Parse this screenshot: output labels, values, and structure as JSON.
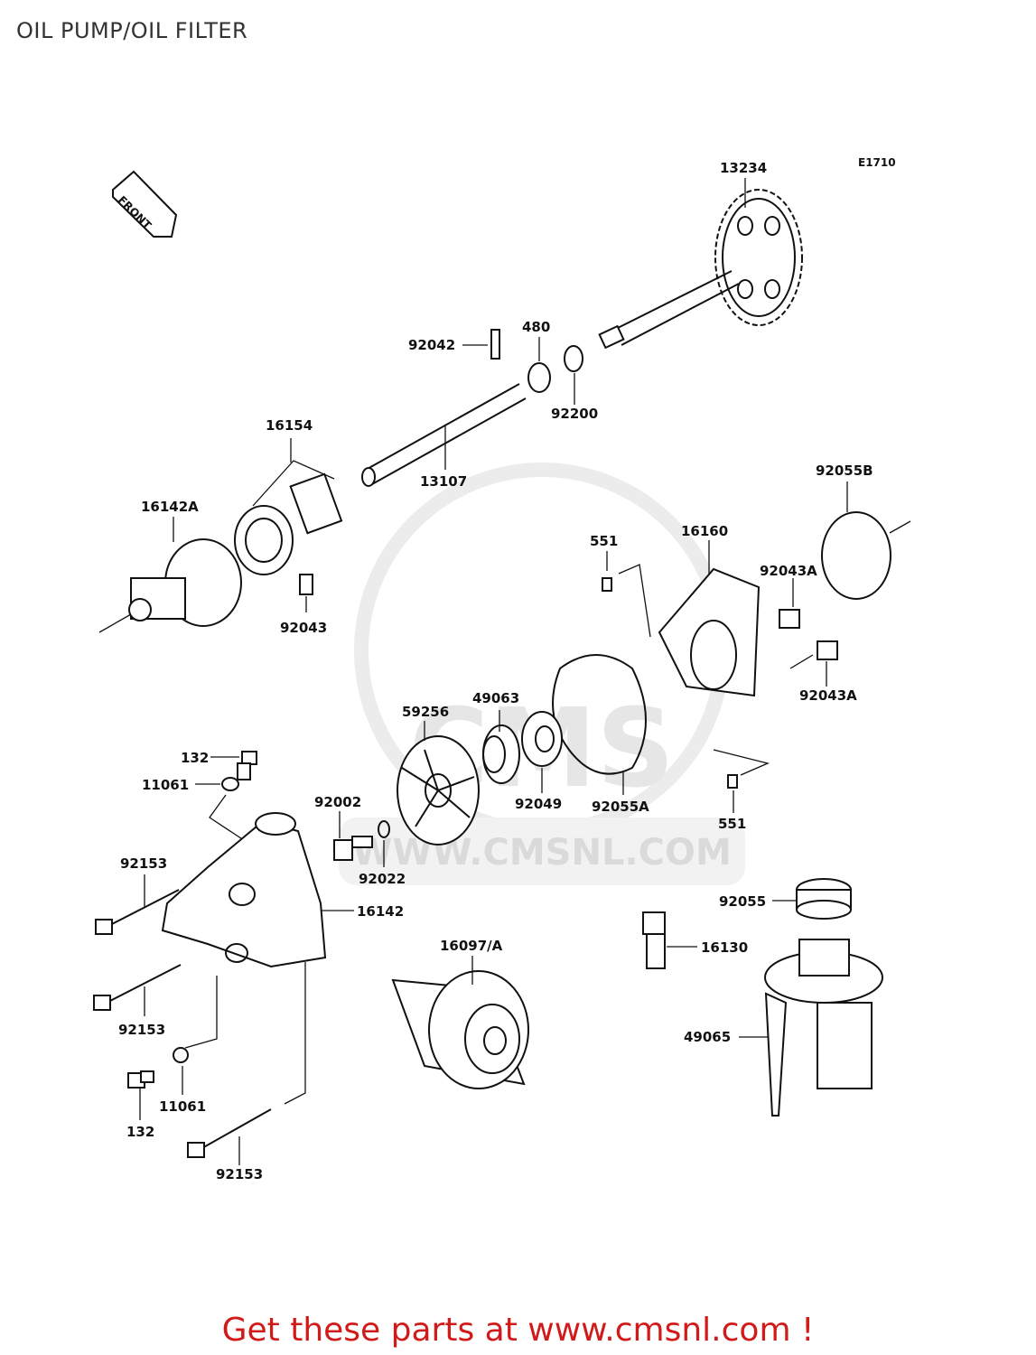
{
  "title": "OIL PUMP/OIL FILTER",
  "diagram_code": "E1710",
  "front_label": "FRONT",
  "watermark": "WWW.CMSNL.COM",
  "watermark_logo": "CMS",
  "footer": "Get these parts at www.cmsnl.com !",
  "labels": {
    "p13234": "13234",
    "p92042": "92042",
    "p480": "480",
    "p92200": "92200",
    "p16154": "16154",
    "p13107": "13107",
    "p16142A": "16142A",
    "p92043": "92043",
    "p92055B": "92055B",
    "p551a": "551",
    "p16160": "16160",
    "p92043Aa": "92043A",
    "p92043Ab": "92043A",
    "p59256": "59256",
    "p49063": "49063",
    "p92049": "92049",
    "p92055A": "92055A",
    "p551b": "551",
    "p132a": "132",
    "p11061a": "11061",
    "p92002": "92002",
    "p92022": "92022",
    "p92153a": "92153",
    "p16142": "16142",
    "p16097A": "16097/A",
    "p92055": "92055",
    "p16130": "16130",
    "p92153b": "92153",
    "p49065": "49065",
    "p11061b": "11061",
    "p132b": "132",
    "p92153c": "92153"
  }
}
